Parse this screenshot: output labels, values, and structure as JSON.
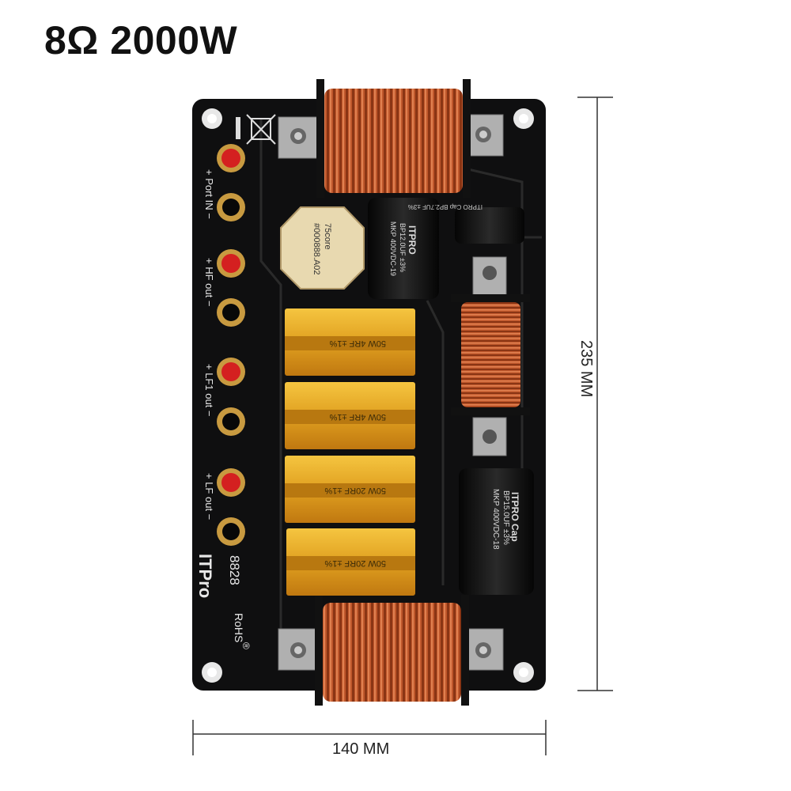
{
  "title": "8Ω 2000W",
  "dimensions": {
    "width_label": "140 MM",
    "height_label": "235 MM"
  },
  "board": {
    "brand": "ITPro",
    "model": "8828",
    "rohs": "RoHS",
    "registered": "®",
    "terminals": [
      {
        "label": "+ Port IN −"
      },
      {
        "label": "+ HF out −"
      },
      {
        "label": "+ LF1 out −"
      },
      {
        "label": "+ LF out −"
      }
    ]
  },
  "components": {
    "cap1_brand": "ITPRO",
    "cap1_value": "BP12.0UF ±3%",
    "cap1_rating": "MKP 400VDC-19",
    "cap2_label": "ITPRO Cap BP2.7UF ±3%",
    "cap3_brand": "ITPRO Cap",
    "cap3_value": "BP15.0UF ±3%",
    "cap3_rating": "MKP 400VDC-18",
    "core_line1": "75core",
    "core_line2": "#000888.A02",
    "resistors": [
      {
        "label": "50W 4RF ±1%"
      },
      {
        "label": "50W 4RF ±1%"
      },
      {
        "label": "50W 20RF ±1%"
      },
      {
        "label": "50W 20RF ±1%"
      }
    ]
  },
  "colors": {
    "pcb": "#0f0f10",
    "copper": "#a0401c",
    "gold": "#e0a020",
    "terminal_red": "#d42020"
  }
}
